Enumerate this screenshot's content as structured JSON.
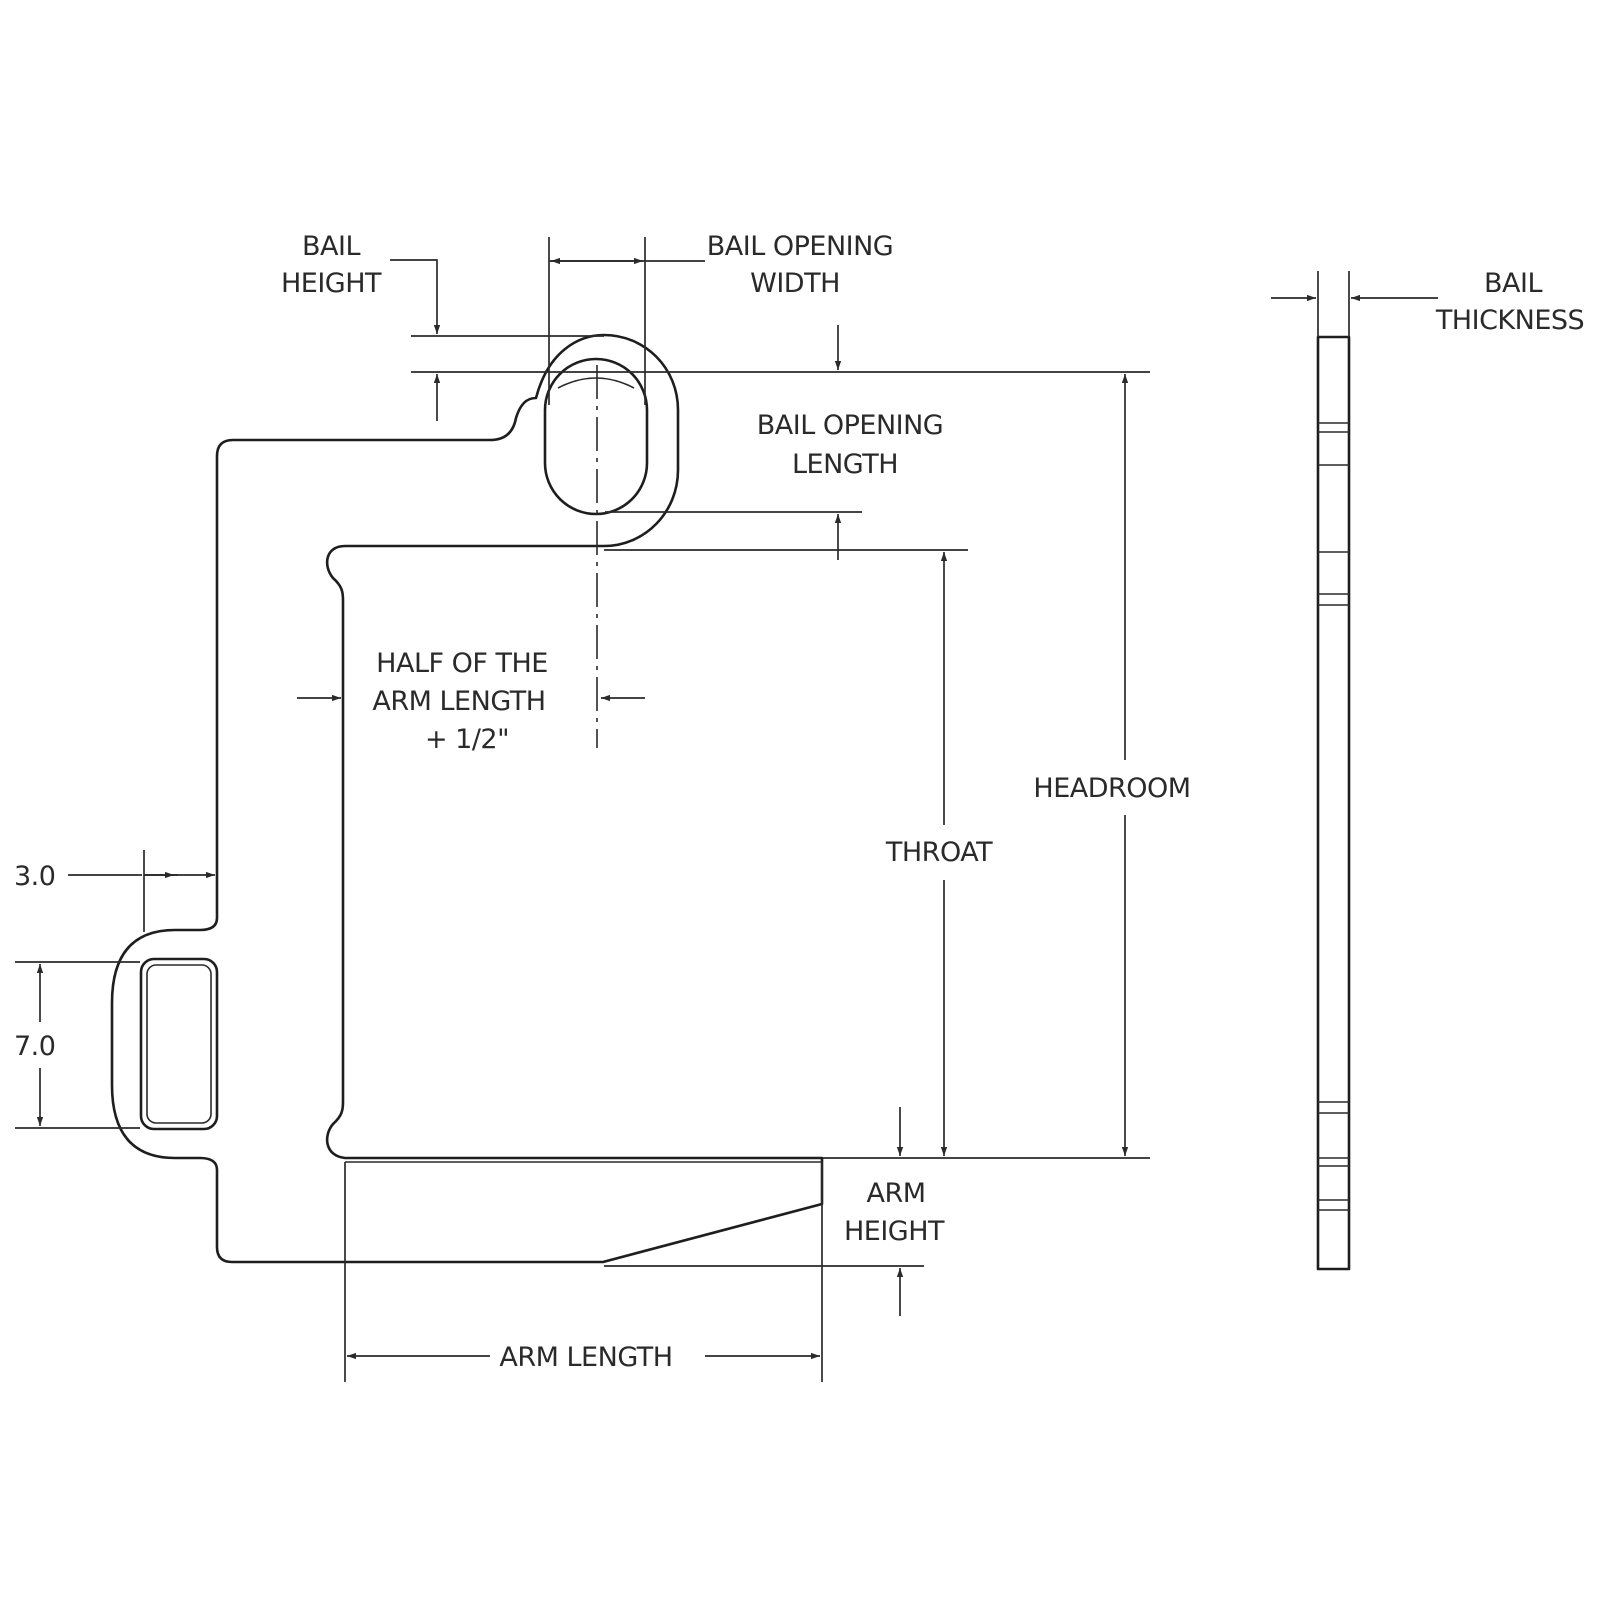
{
  "labels": {
    "bail_height": [
      "BAIL",
      "HEIGHT"
    ],
    "bail_opening_width": [
      "BAIL OPENING",
      "WIDTH"
    ],
    "bail_opening_length": [
      "BAIL OPENING",
      "LENGTH"
    ],
    "bail_thickness": [
      "BAIL",
      "THICKNESS"
    ],
    "half_arm_length": [
      "HALF OF THE",
      "ARM LENGTH",
      "+ 1/2\""
    ],
    "headroom": "HEADROOM",
    "throat": "THROAT",
    "arm_height": [
      "ARM",
      "HEIGHT"
    ],
    "arm_length": "ARM LENGTH",
    "dim_3": "3.0",
    "dim_7": "7.0"
  }
}
